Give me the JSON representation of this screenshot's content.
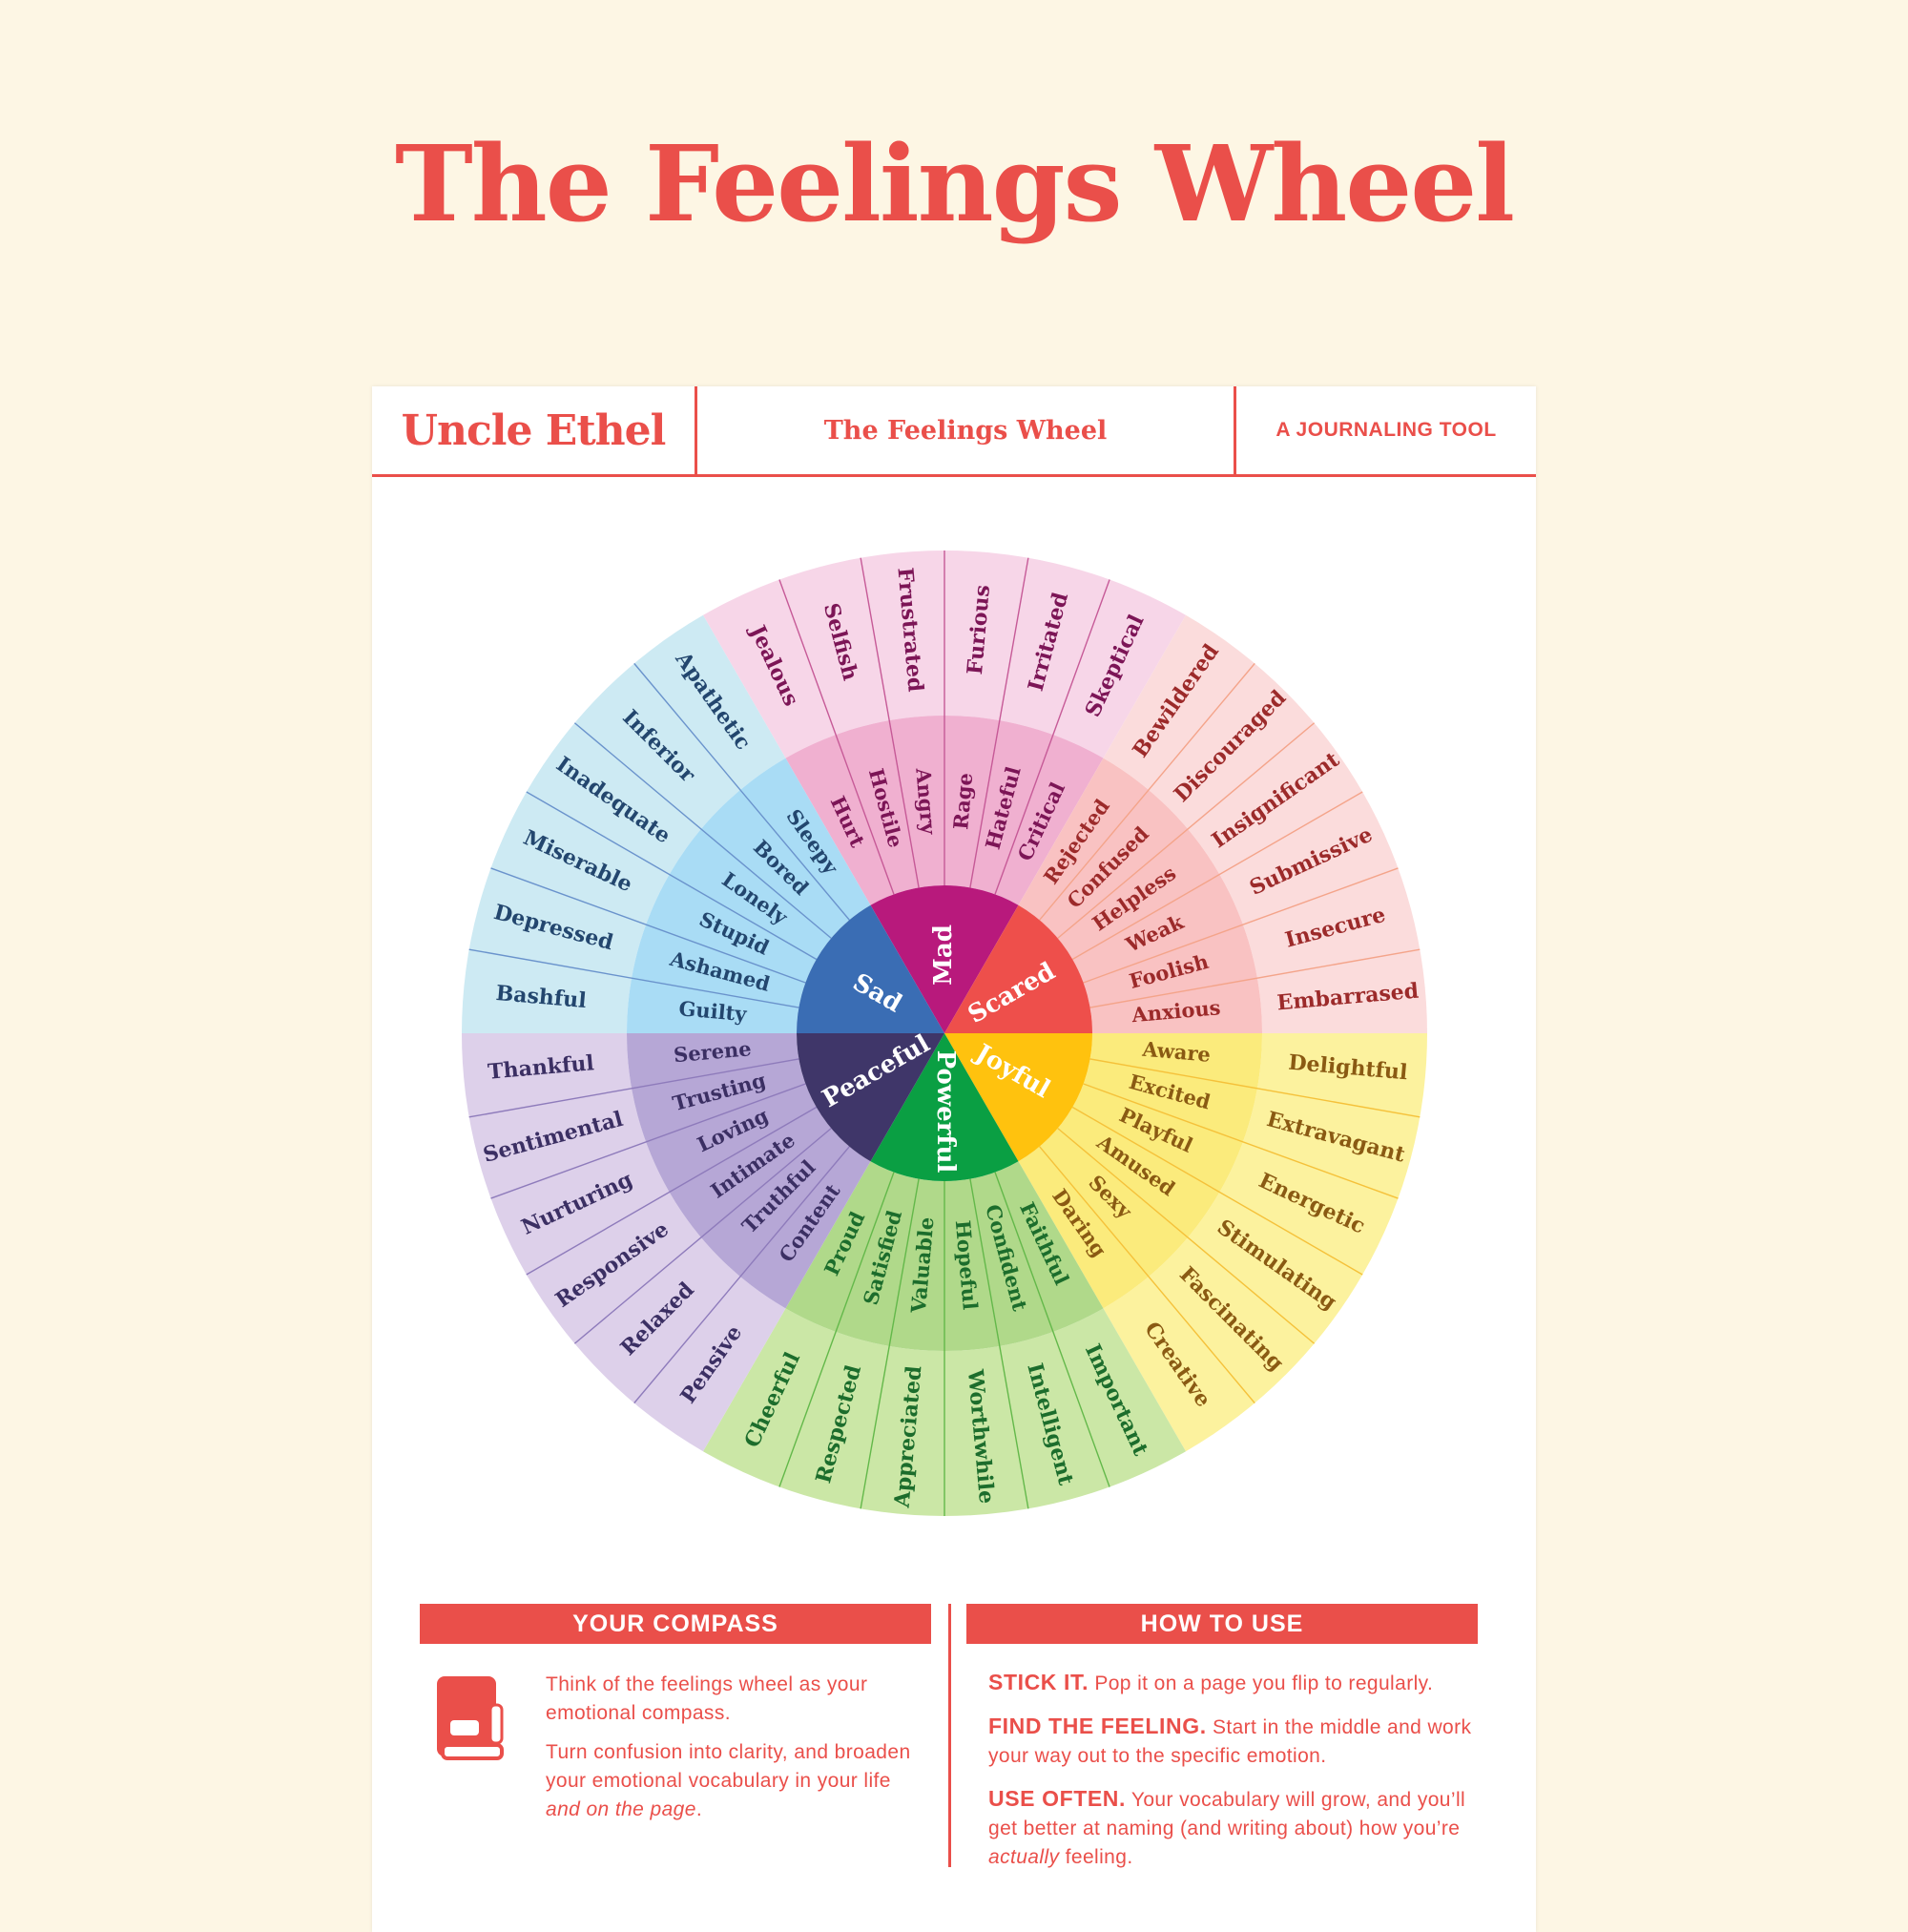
{
  "title": "The Feelings Wheel",
  "header": {
    "brand": "Uncle Ethel",
    "title": "The Feelings Wheel",
    "tagline": "A JOURNALING TOOL"
  },
  "colors": {
    "accent": "#ea4f4a",
    "background": "#fdf6e4"
  },
  "wheel": {
    "core": [
      {
        "name": "Mad",
        "color": "#b8197c",
        "mid": "#f0b0d0",
        "outer": "#f7d6e8",
        "text": "#7c1556",
        "line": "#c65a97"
      },
      {
        "name": "Scared",
        "color": "#ee4f4b",
        "mid": "#f9c2c2",
        "outer": "#fbdcdc",
        "text": "#9c2a2a",
        "line": "#f4a48a"
      },
      {
        "name": "Joyful",
        "color": "#ffc20e",
        "mid": "#fbeb7c",
        "outer": "#fcf29e",
        "text": "#8a5a13",
        "line": "#f5c13a"
      },
      {
        "name": "Powerful",
        "color": "#0a9f43",
        "mid": "#b0d98a",
        "outer": "#cbe7a6",
        "text": "#1c6d2c",
        "line": "#63b84a"
      },
      {
        "name": "Peaceful",
        "color": "#3f3669",
        "mid": "#b6a7d6",
        "outer": "#ddd0ea",
        "text": "#3b2f63",
        "line": "#8e7bbb"
      },
      {
        "name": "Sad",
        "color": "#3a6db4",
        "mid": "#a9dcf5",
        "outer": "#cdeaf3",
        "text": "#23466e",
        "line": "#6a93cc"
      }
    ],
    "middle": [
      "Critical",
      "Hateful",
      "Rage",
      "Angry",
      "Hostile",
      "Hurt",
      "Anxious",
      "Foolish",
      "Weak",
      "Helpless",
      "Confused",
      "Rejected",
      "Daring",
      "Sexy",
      "Amused",
      "Playful",
      "Excited",
      "Aware",
      "Proud",
      "Satisfied",
      "Valuable",
      "Hopeful",
      "Confident",
      "Faithful",
      "Serene",
      "Trusting",
      "Loving",
      "Intimate",
      "Truthful",
      "Content",
      "Sleepy",
      "Bored",
      "Lonely",
      "Stupid",
      "Ashamed",
      "Guilty"
    ],
    "outer": [
      "Skeptical",
      "Irritated",
      "Furious",
      "Frustrated",
      "Selfish",
      "Jealous",
      "Embarrased",
      "Insecure",
      "Submissive",
      "Insignificant",
      "Discouraged",
      "Bewildered",
      "Creative",
      "Fascinating",
      "Stimulating",
      "Energetic",
      "Extravagant",
      "Delightful",
      "Cheerful",
      "Respected",
      "Appreciated",
      "Worthwhile",
      "Intelligent",
      "Important",
      "Thankful",
      "Sentimental",
      "Nurturing",
      "Responsive",
      "Relaxed",
      "Pensive",
      "Apathetic",
      "Inferior",
      "Inadequate",
      "Miserable",
      "Depressed",
      "Bashful"
    ]
  },
  "compass": {
    "heading": "YOUR COMPASS",
    "icon": "journal-book-icon",
    "paragraph1": "Think of the feelings wheel as your emotional compass.",
    "paragraph2_a": "Turn confusion into clarity, and broaden your emotional vocabulary in your life ",
    "paragraph2_em": "and on the page",
    "paragraph2_b": "."
  },
  "how_to_use": {
    "heading": "HOW TO USE",
    "step1_title": "STICK IT.",
    "step1_text": " Pop it on a page you flip to regularly.",
    "step2_title": "FIND THE FEELING.",
    "step2_text": " Start in the middle and work your way out to the specific emotion.",
    "step3_title": "USE OFTEN.",
    "step3_text_a": " Your vocabulary will grow, and you’ll get better at naming (and writing about) how you’re ",
    "step3_em": "actually",
    "step3_text_b": " feeling."
  }
}
